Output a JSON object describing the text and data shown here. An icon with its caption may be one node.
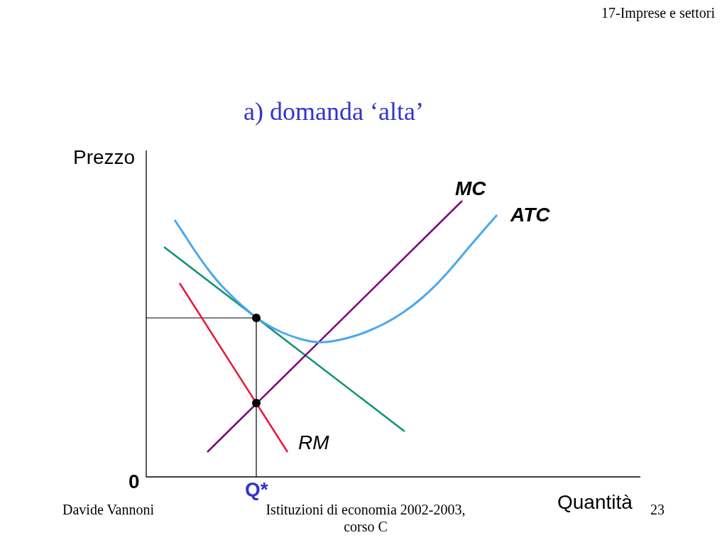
{
  "diagram": {
    "title": "a) domanda ‘alta’",
    "labels": [
      "17-Imprese e settori",
      "Prezzo",
      "MC",
      "ATC",
      "RM",
      "0",
      "Q*",
      "Quantità",
      "Davide Vannoni",
      "Istituzioni di economia 2002-2003, corso C",
      "23"
    ]
  }
}
